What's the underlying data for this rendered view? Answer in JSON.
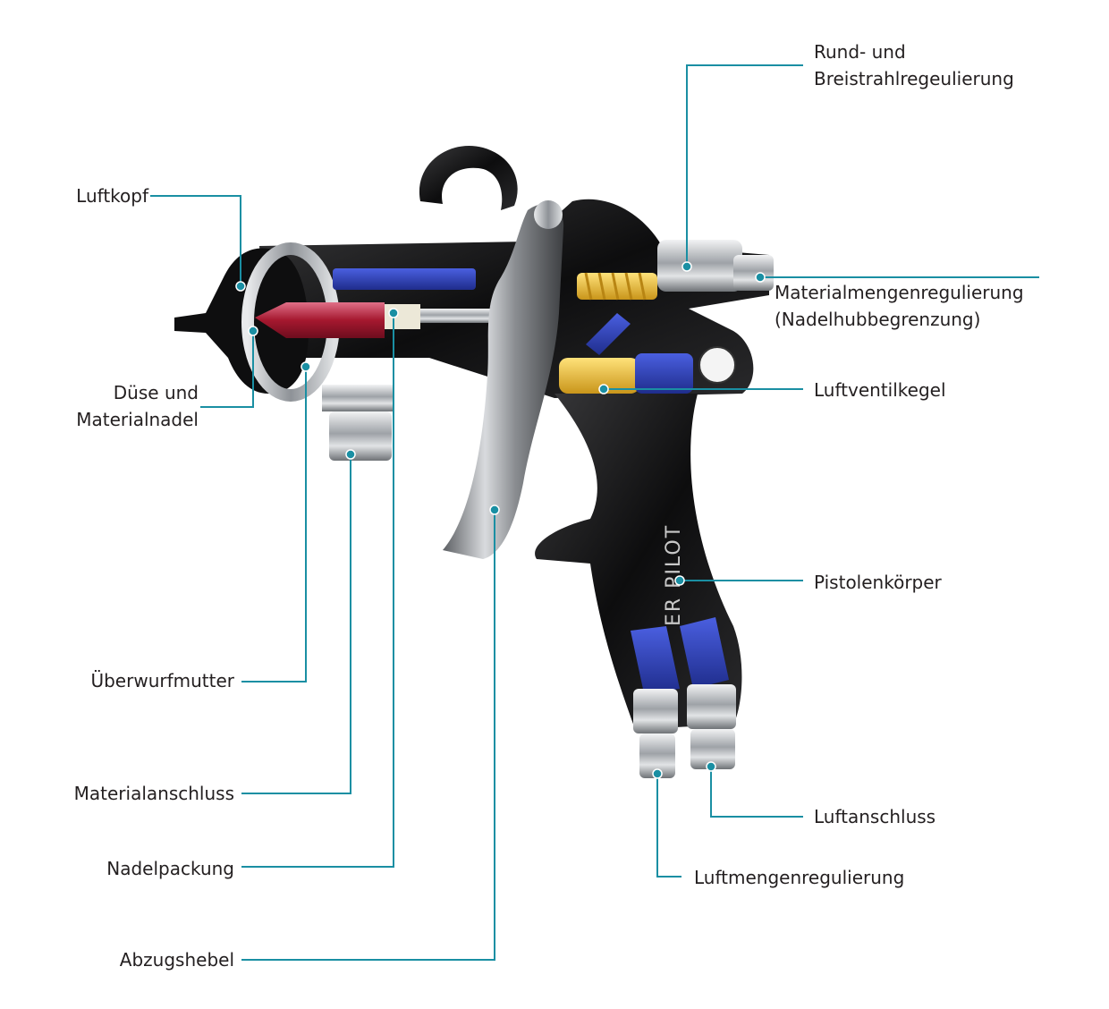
{
  "labels": {
    "rund_breitstrahl_line1": "Rund- und",
    "rund_breitstrahl_line2": "Breistrahlregeulierung",
    "luftkopf": "Luftkopf",
    "material_menge_line1": "Materialmengenregulierung",
    "material_menge_line2": "(Nadelhubbegrenzung)",
    "duese_line1": "Düse und",
    "duese_line2": "Materialnadel",
    "luftventilkegel": "Luftventilkegel",
    "pistolenkoerper": "Pistolenkörper",
    "ueberwurfmutter": "Überwurfmutter",
    "materialanschluss": "Materialanschluss",
    "luftanschluss": "Luftanschluss",
    "nadelpackung": "Nadelpackung",
    "luftmengen": "Luftmengenregulierung",
    "abzugshebel": "Abzugshebel"
  },
  "gun_text": "ER PILOT",
  "colors": {
    "leader": "#1a8fa3",
    "text": "#231f20",
    "body": "#141414",
    "chrome": "#b9bcc0",
    "blue": "#2c3fb5",
    "red": "#b5203a",
    "yellow": "#f0c330"
  }
}
